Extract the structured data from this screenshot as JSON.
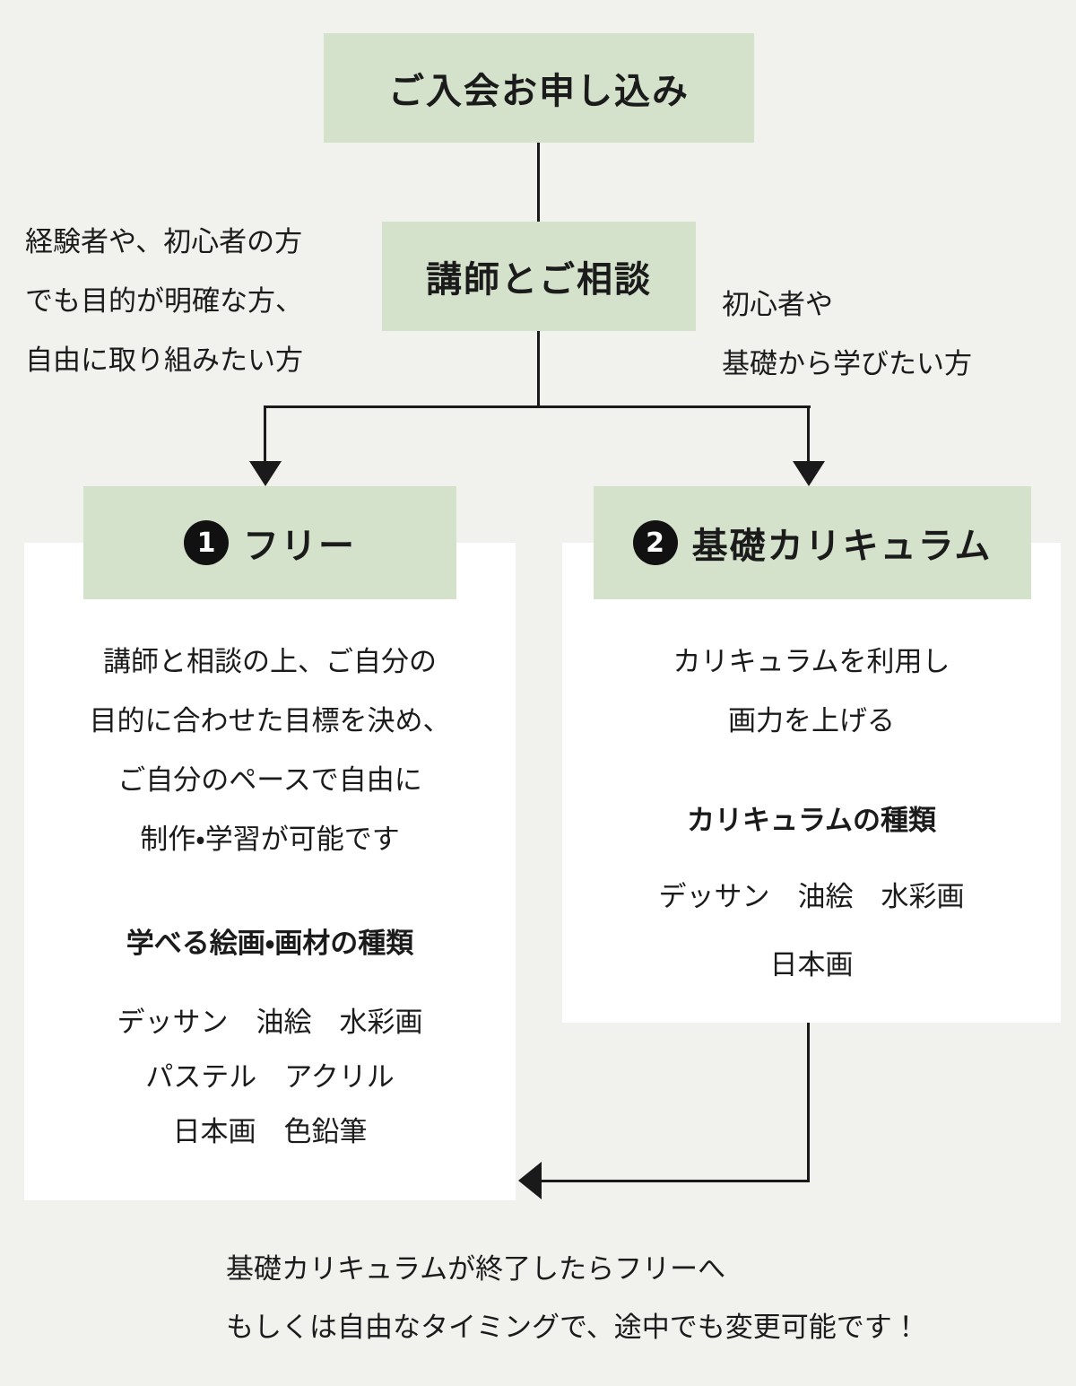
{
  "palette": {
    "background": "#f1f1ee",
    "box_green": "#d5e2cb",
    "card_white": "#ffffff",
    "text": "#1b1b1b",
    "line": "#1a1a1a",
    "badge_black": "#111111"
  },
  "flow": {
    "start": {
      "label": "ご入会お申し込み"
    },
    "consult": {
      "label": "講師とご相談"
    },
    "branch_left_note": "経験者や、初心者の方\nでも目的が明確な方、\n自由に取り組みたい方",
    "branch_right_note": "初心者や\n基礎から学びたい方",
    "option1": {
      "number": "1",
      "title": "フリー",
      "description": "講師と相談の上、ご自分の\n目的に合わせた目標を決め、\nご自分のペースで自由に\n制作・学習が可能です",
      "list_heading": "学べる絵画・画材の種類",
      "list": "デッサン　油絵　水彩画\nパステル　アクリル\n日本画　色鉛筆"
    },
    "option2": {
      "number": "2",
      "title": "基礎カリキュラム",
      "description": "カリキュラムを利用し\n画力を上げる",
      "list_heading": "カリキュラムの種類",
      "list": "デッサン　油絵　水彩画\n日本画"
    },
    "footer_note": "基礎カリキュラムが終了したらフリーへ\nもしくは自由なタイミングで、途中でも変更可能です！"
  }
}
